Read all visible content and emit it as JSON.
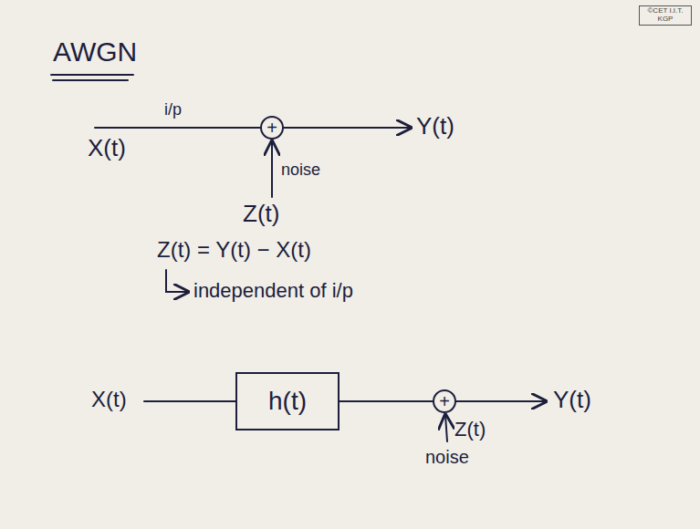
{
  "diagram": {
    "title": "AWGN",
    "nodes": [
      {
        "text": [
          "+"
        ]
      },
      {
        "text": [
          "h(t)"
        ]
      },
      {
        "text": [
          "+"
        ]
      }
    ],
    "edges": [
      {
        "from": 1,
        "to": 2,
        "arrow": "none"
      }
    ],
    "labels": [
      "i/p",
      "X(t)",
      "Y(t)",
      "noise",
      "Z(t)",
      "Z(t) = Y(t) − X(t)",
      "independent of i/p",
      "X(t)",
      "Y(t)",
      "Z(t)",
      "noise",
      "©CET I.I.T. KGP"
    ]
  }
}
